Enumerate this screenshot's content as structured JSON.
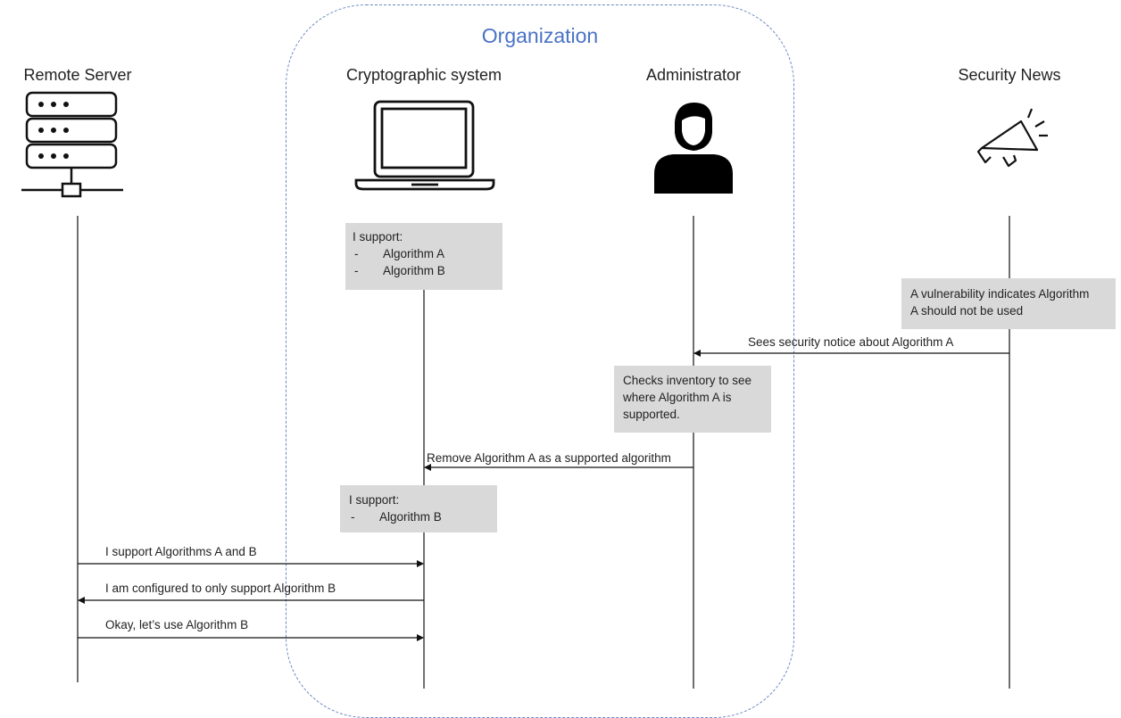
{
  "organization": {
    "label": "Organization"
  },
  "actors": {
    "remote_server": "Remote Server",
    "crypto_system": "Cryptographic system",
    "administrator": "Administrator",
    "security_news": "Security News"
  },
  "notes": {
    "crypto_initial": {
      "heading": "I support:",
      "dash": "-",
      "items": [
        "Algorithm A",
        "Algorithm B"
      ]
    },
    "vulnerability": {
      "lines": [
        "A vulnerability indicates Algorithm",
        "A should not be used"
      ]
    },
    "inventory": {
      "lines": [
        "Checks inventory to see",
        "where Algorithm A is",
        "supported."
      ]
    },
    "crypto_updated": {
      "heading": "I support:",
      "dash": "-",
      "items": [
        "Algorithm B"
      ]
    }
  },
  "messages": {
    "security_notice": "Sees security notice about Algorithm A",
    "remove_algorithm": "Remove Algorithm A as a supported algorithm",
    "server_supports": "I support Algorithms A and B",
    "configured_only_b": "I am configured to only support Algorithm B",
    "use_b": "Okay, let’s use Algorithm B"
  },
  "colors": {
    "org_border": "#6b86c4",
    "org_title": "#4a72c4",
    "note_bg": "#d9d9d9"
  }
}
